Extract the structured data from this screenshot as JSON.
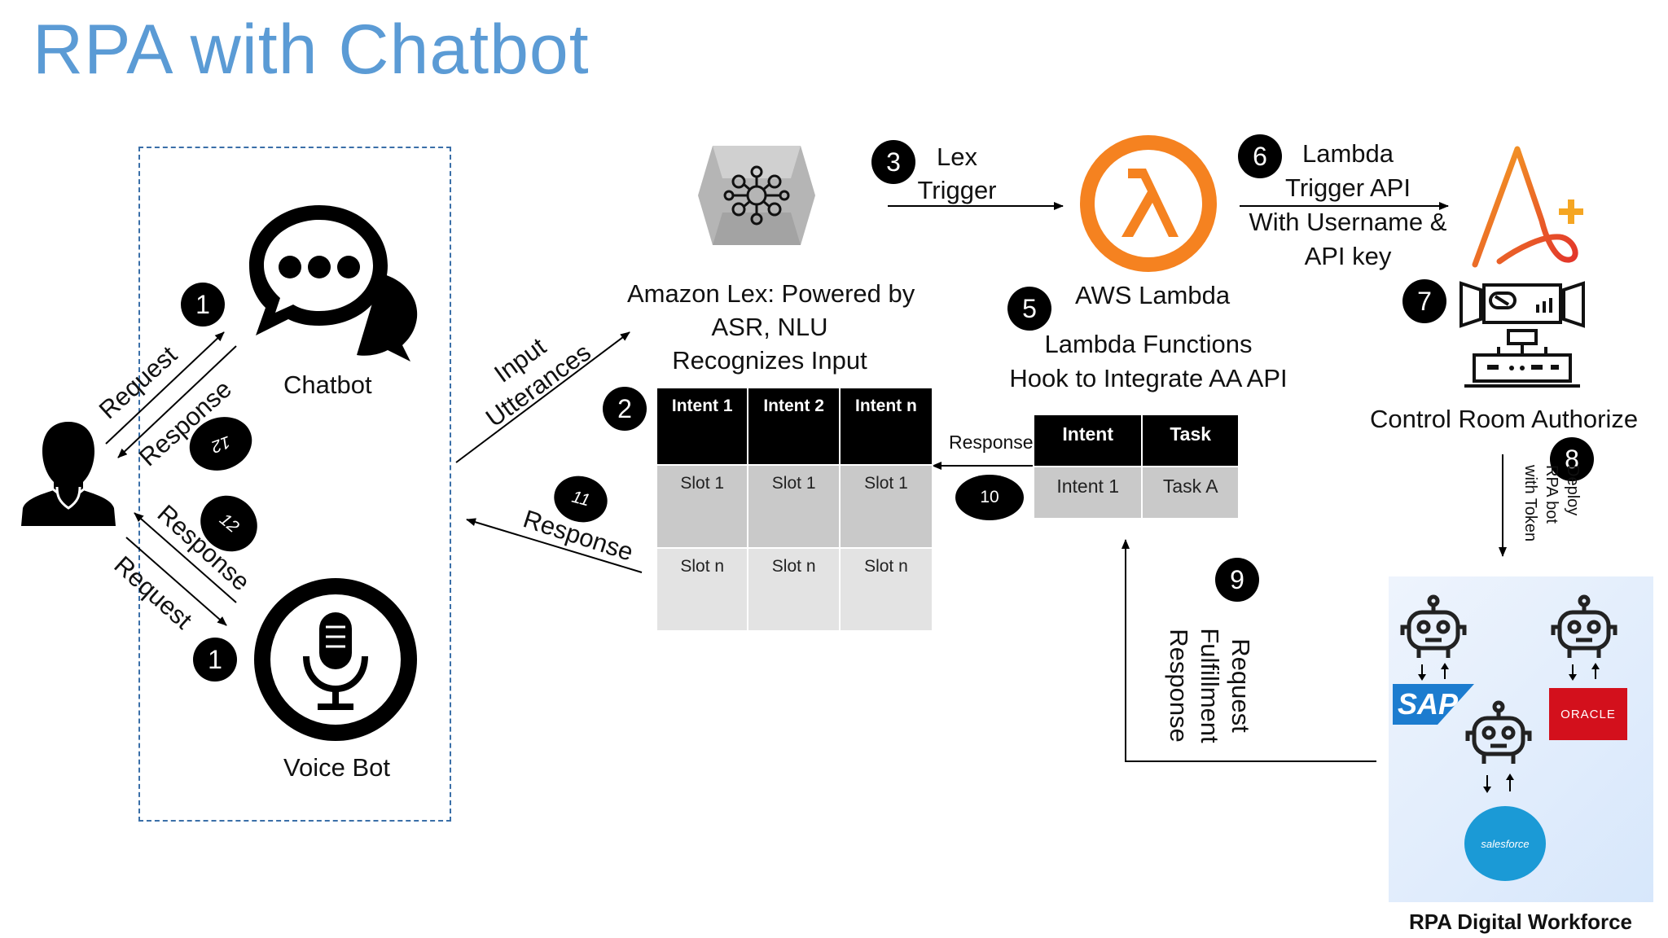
{
  "title": "RPA with Chatbot",
  "labels": {
    "chatbot": "Chatbot",
    "voice_bot": "Voice Bot",
    "lex": [
      "Amazon Lex: Powered by",
      "ASR, NLU",
      "Recognizes Input"
    ],
    "aws_lambda": "AWS Lambda",
    "lambda_functions": [
      "Lambda Functions",
      "Hook to Integrate AA API"
    ],
    "control_room": "Control Room Authorize",
    "rpa_workforce": "RPA Digital Workforce"
  },
  "arrow_labels": {
    "request_top": "Request",
    "response_top": "Response",
    "response_bottom": "Response",
    "request_bottom": "Request",
    "input_utterances": [
      "Input",
      "Utterances"
    ],
    "response_11": "Response",
    "lex_trigger": [
      "Lex",
      "Trigger"
    ],
    "trigger_api": [
      "Lambda",
      "Trigger API",
      "With Username &",
      "API key"
    ],
    "response_10": "Response",
    "deploy": [
      "Deploy",
      "RPA bot",
      "with Token"
    ],
    "fulfillment": [
      "Request",
      "Fulfillment",
      "Response"
    ]
  },
  "steps": {
    "s1a": "1",
    "s1b": "1",
    "s2": "2",
    "s3": "3",
    "s5": "5",
    "s6": "6",
    "s7": "7",
    "s8": "8",
    "s9": "9",
    "s10": "10",
    "s11": "11",
    "s12a": "12",
    "s12b": "12"
  },
  "intent_table": {
    "headers": [
      "Intent 1",
      "Intent 2",
      "Intent n"
    ],
    "rows": [
      [
        "Slot 1",
        "Slot 1",
        "Slot 1"
      ],
      [
        "Slot n",
        "Slot n",
        "Slot n"
      ]
    ]
  },
  "task_table": {
    "headers": [
      "Intent",
      "Task"
    ],
    "rows": [
      [
        "Intent 1",
        "Task A"
      ]
    ]
  },
  "logos": {
    "sap": "SAP",
    "oracle": "ORACLE",
    "salesforce": "salesforce"
  },
  "colors": {
    "title": "#5b9bd5",
    "lambda": "#f58220",
    "automation_anywhere": "#f5a623",
    "oracle": "#d3101c",
    "sap": "#1c7ccf",
    "salesforce": "#1b9ad6"
  },
  "icons": {
    "user": "user-silhouette-icon",
    "chatbot": "chat-bubbles-icon",
    "voice_bot": "microphone-icon",
    "lex": "amazon-lex-icon",
    "lambda": "lambda-icon",
    "automation_anywhere": "automation-anywhere-logo",
    "control_room": "control-room-icon",
    "robot": "robot-icon"
  }
}
